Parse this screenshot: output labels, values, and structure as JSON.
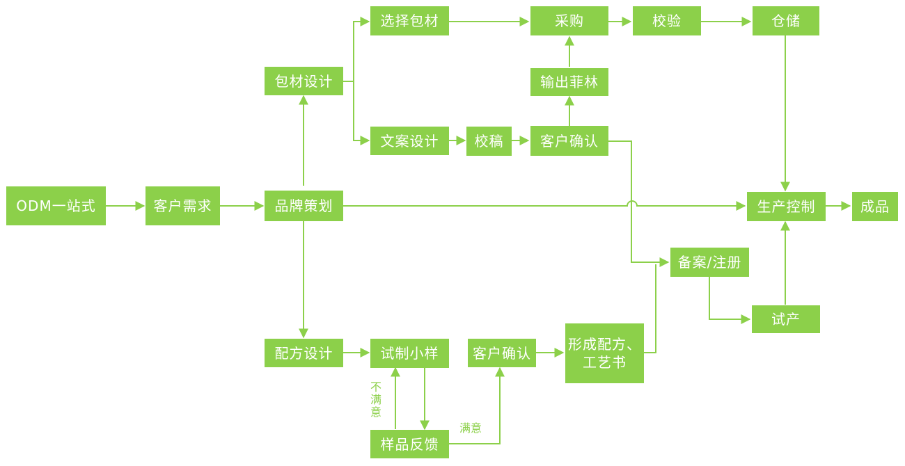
{
  "diagram": {
    "nodes": {
      "odm": "ODM一站式",
      "client_needs": "客户需求",
      "brand_plan": "品牌策划",
      "package_design": "包材设计",
      "choose_package": "选择包材",
      "procurement": "采购",
      "inspection": "校验",
      "warehouse": "仓储",
      "output_film": "输出菲林",
      "copy_design": "文案设计",
      "proofread": "校稿",
      "client_confirm_top": "客户确认",
      "production_control": "生产控制",
      "finished_product": "成品",
      "filing_registration": "备案/注册",
      "trial_production": "试产",
      "formula_design": "配方设计",
      "trial_sample": "试制小样",
      "client_confirm_bottom": "客户确认",
      "form_formula_line1": "形成配方、",
      "form_formula_line2": "工艺书",
      "sample_feedback": "样品反馈"
    },
    "edge_labels": {
      "not_satisfied": "不满意",
      "satisfied": "满意"
    },
    "colors": {
      "node_fill": "#8cd04a",
      "node_text": "#ffffff",
      "edge": "#8cd04a"
    }
  }
}
